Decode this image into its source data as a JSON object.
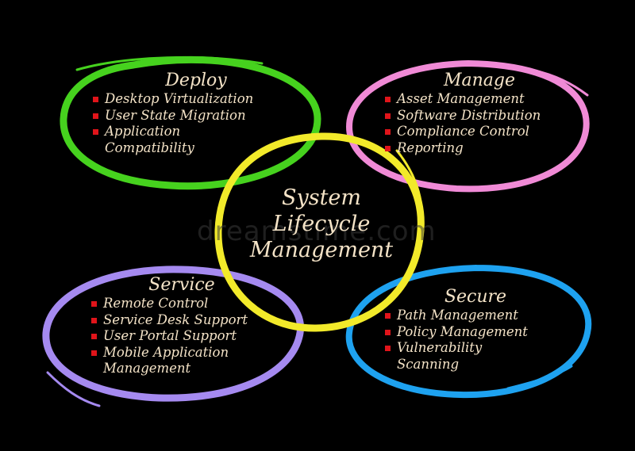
{
  "background": "#000000",
  "text_color": "#f4e3c7",
  "bullet_color": "#e0141a",
  "watermark": "dreamstime.com",
  "center": {
    "lines": [
      "System",
      "Lifecycle",
      "Management"
    ],
    "ring_color": "#f2ea2a"
  },
  "sections": {
    "deploy": {
      "title": "Deploy",
      "color": "#46d21e",
      "items": [
        "Desktop Virtualization",
        "User State Migration",
        "Application",
        "Compatibility"
      ]
    },
    "manage": {
      "title": "Manage",
      "color": "#f08ad6",
      "items": [
        "Asset Management",
        "Software Distribution",
        "Compliance Control",
        "Reporting"
      ]
    },
    "service": {
      "title": "Service",
      "color": "#a58af0",
      "items": [
        "Remote Control",
        "Service Desk Support",
        "User Portal Support",
        "Mobile Application",
        "Management"
      ]
    },
    "secure": {
      "title": "Secure",
      "color": "#1ea2f0",
      "items": [
        "Path Management",
        "Policy Management",
        "Vulnerability",
        "Scanning"
      ]
    }
  }
}
